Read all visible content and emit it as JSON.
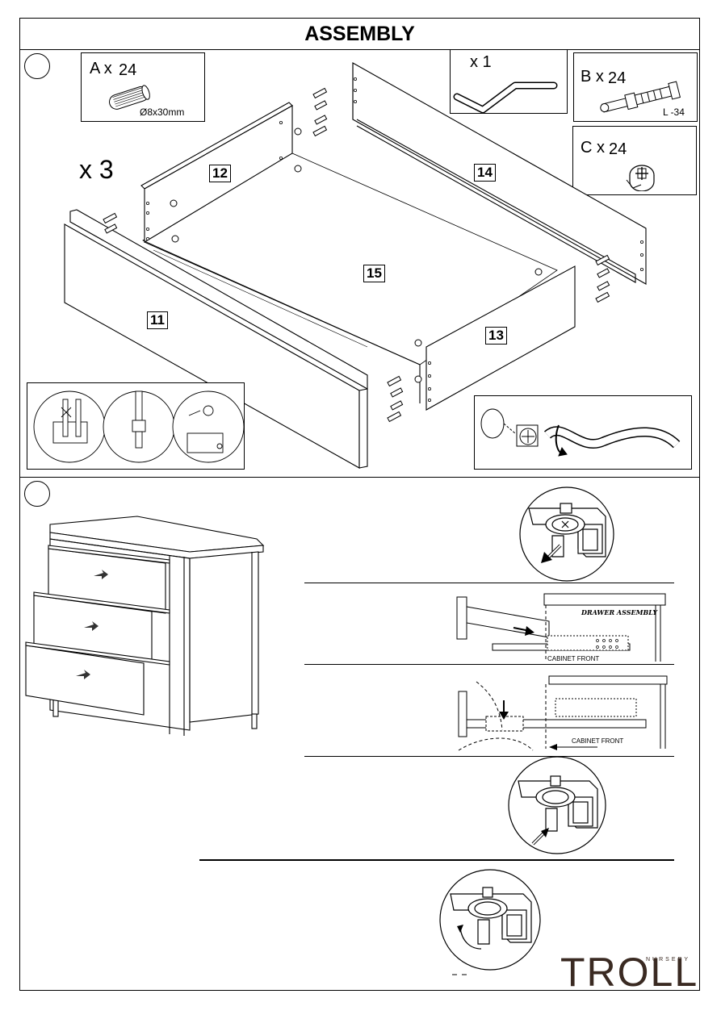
{
  "title": "ASSEMBLY",
  "hardware": {
    "a_label": "A x",
    "a_qty": "24",
    "a_size": "Ø8x30mm",
    "wrench_qty": "x 1",
    "b_label": "B x",
    "b_qty": "24",
    "b_size": "L -34",
    "c_label": "C x",
    "c_qty": "24"
  },
  "drawer_count": "x 3",
  "parts": {
    "p11": "11",
    "p12": "12",
    "p13": "13",
    "p14": "14",
    "p15": "15"
  },
  "slide_labels": {
    "drawer_assembly": "DRAWER ASSEMBLY",
    "cabinet_front_1": "CABINET FRONT",
    "cabinet_front_2": "CABINET FRONT"
  },
  "brand": {
    "name": "TROLL",
    "sub": "NURSERY"
  },
  "icons": [
    "dowel-icon",
    "allen-key-icon",
    "cam-bolt-icon",
    "cam-lock-icon",
    "arrow-icon"
  ]
}
